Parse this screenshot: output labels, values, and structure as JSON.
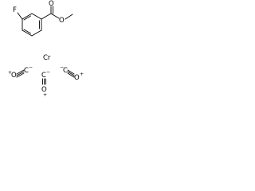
{
  "molecule": {
    "substituent_atom": "F",
    "ester_oxygen_carbonyl": "O",
    "ester_oxygen_ether": "O"
  },
  "metal_center": {
    "label": "Cr"
  },
  "carbonyl_ligands": [
    {
      "oxygen": "O",
      "oxygen_charge": "+",
      "carbon": "C",
      "carbon_charge": "−"
    },
    {
      "oxygen": "O",
      "oxygen_charge": "+",
      "carbon": "C",
      "carbon_charge": "−"
    },
    {
      "oxygen": "O",
      "oxygen_charge": "+",
      "carbon": "C",
      "carbon_charge": "−"
    }
  ]
}
